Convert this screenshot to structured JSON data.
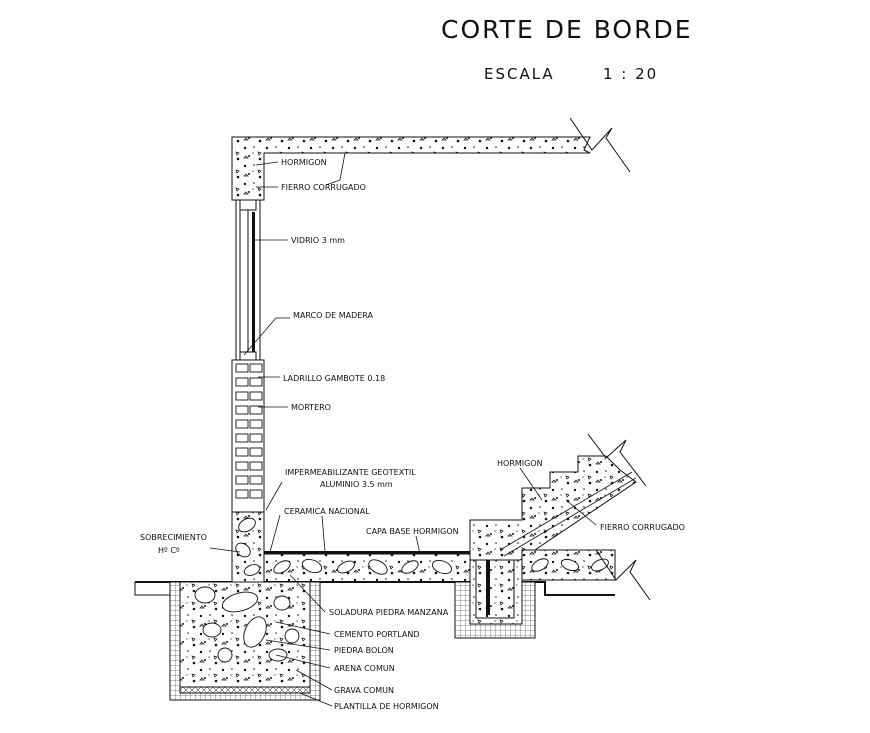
{
  "title": "CORTE DE BORDE",
  "scale_label": "ESCALA",
  "scale_value": "1 : 20",
  "labels": {
    "hormigon_top": "HORMIGON",
    "fierro_top": "FIERRO CORRUGADO",
    "vidrio": "VIDRIO 3 mm",
    "marco": "MARCO DE MADERA",
    "ladrillo": "LADRILLO GAMBOTE 0.18",
    "mortero": "MORTERO",
    "impermeabilizante_1": "IMPERMEABILIZANTE GEOTEXTIL",
    "impermeabilizante_2": "ALUMINIO 3.5 mm",
    "ceramica": "CERAMICA NACIONAL",
    "capa_base": "CAPA BASE HORMIGON",
    "sobrecimiento_1": "SOBRECIMIENTO",
    "sobrecimiento_2": "Hº Cº",
    "soladura": "SOLADURA PIEDRA MANZANA",
    "cemento": "CEMENTO PORTLAND",
    "piedra": "PIEDRA BOLON",
    "arena": "ARENA COMUN",
    "grava": "GRAVA COMUN",
    "plantilla": "PLANTILLA DE HORMIGON",
    "hormigon_stair": "HORMIGON",
    "fierro_stair": "FIERRO CORRUGADO"
  }
}
